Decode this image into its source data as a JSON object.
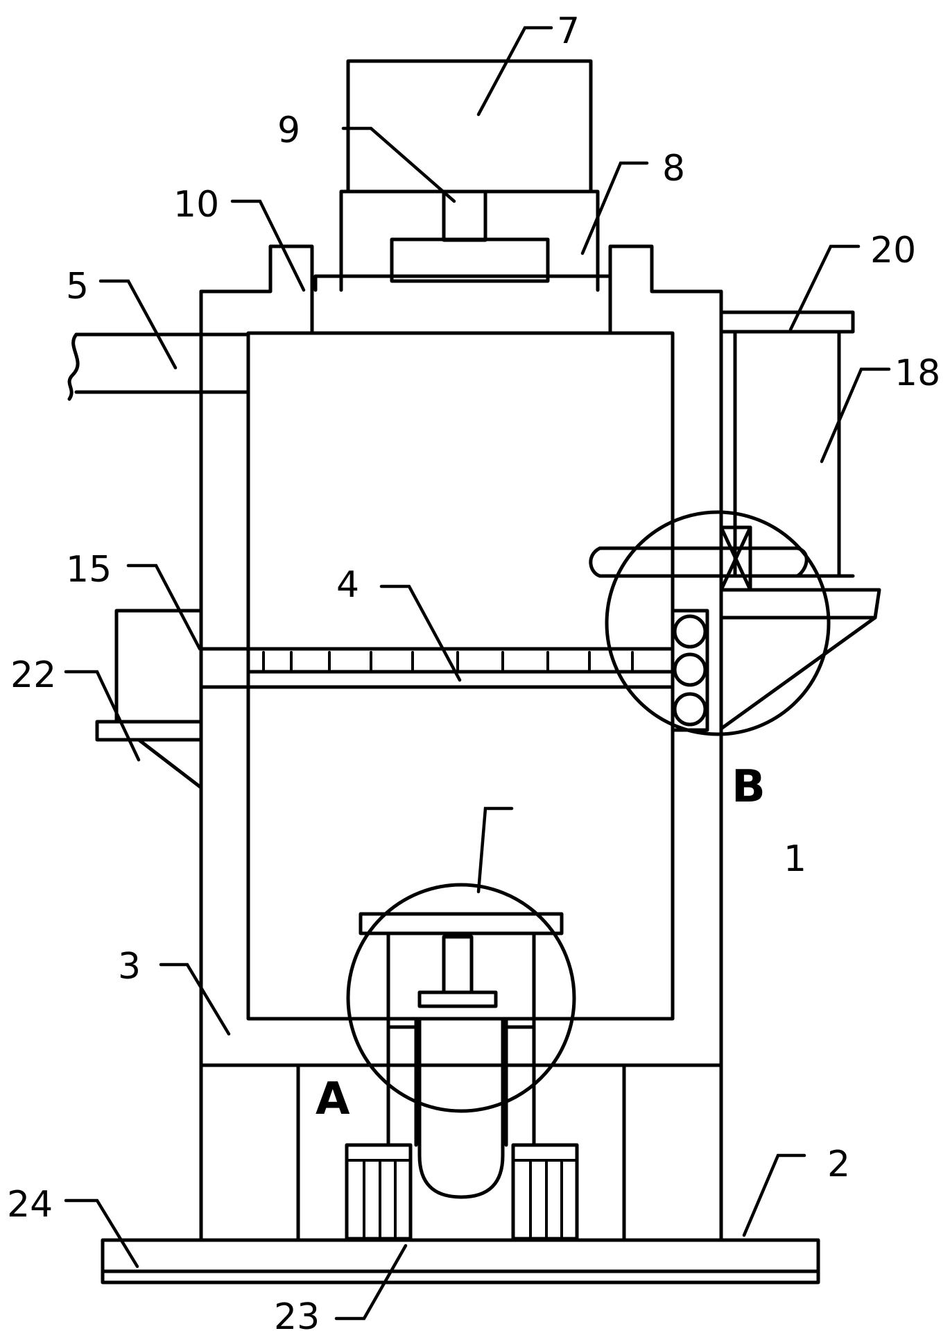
{
  "labels": {
    "l1": "1",
    "l2": "2",
    "l3": "3",
    "l4": "4",
    "l5": "5",
    "l7": "7",
    "l8": "8",
    "l9": "9",
    "l10": "10",
    "l15": "15",
    "l18": "18",
    "l20": "20",
    "l22": "22",
    "l23": "23",
    "l24": "24"
  },
  "detail_markers": {
    "a": "A",
    "b": "B"
  }
}
